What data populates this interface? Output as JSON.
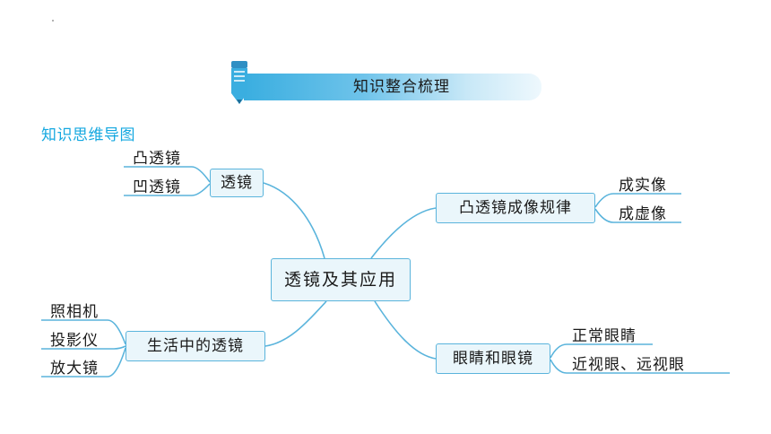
{
  "banner": {
    "title": "知识整合梳理"
  },
  "subheading": "知识思维导图",
  "center": "透镜及其应用",
  "branches": {
    "lenses": {
      "label": "透镜",
      "items": [
        "凸透镜",
        "凹透镜"
      ]
    },
    "convex_rules": {
      "label": "凸透镜成像规律",
      "items": [
        "成实像",
        "成虚像"
      ]
    },
    "daily_life": {
      "label": "生活中的透镜",
      "items": [
        "照相机",
        "投影仪",
        "放大镜"
      ]
    },
    "eyes": {
      "label": "眼睛和眼镜",
      "items": [
        "正常眼睛",
        "近视眼、远视眼"
      ]
    }
  },
  "colors": {
    "line": "#5ab4dc",
    "accent": "#15a8e0",
    "box_fill": "#eaf6fb"
  }
}
